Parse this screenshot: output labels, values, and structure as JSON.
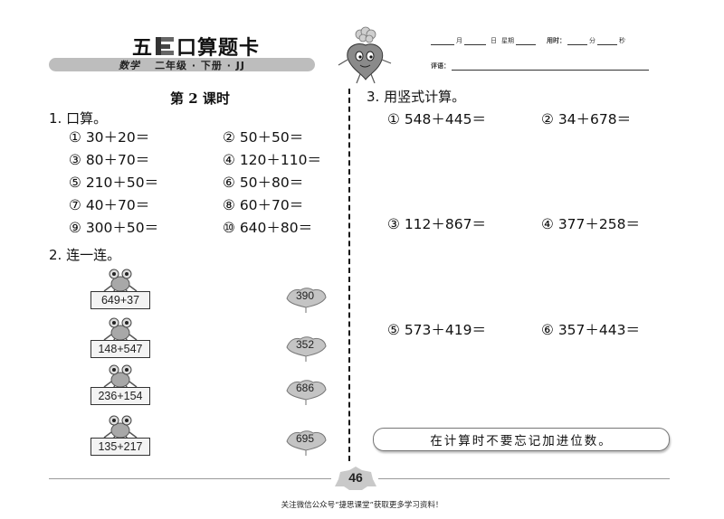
{
  "header": {
    "brand_five": "五",
    "brand_rest": "口算题卡",
    "subject": "数学",
    "grade_volume": "二年级 · 下册 · JJ",
    "meta": {
      "month_label": "月",
      "day_label": "日",
      "weekday_label": "星期",
      "time_used_label": "用时：",
      "minute_label": "分",
      "second_label": "秒",
      "comment_label": "评语："
    }
  },
  "lesson_title": "第 2 课时",
  "q1": {
    "title": "1. 口算。",
    "items": [
      {
        "label": "① 30＋20＝"
      },
      {
        "label": "② 50＋50＝"
      },
      {
        "label": "③ 80＋70＝"
      },
      {
        "label": "④ 120＋110＝"
      },
      {
        "label": "⑤ 210＋50＝"
      },
      {
        "label": "⑥ 50＋80＝"
      },
      {
        "label": "⑦ 40＋70＝"
      },
      {
        "label": "⑧ 60＋70＝"
      },
      {
        "label": "⑨ 300＋50＝"
      },
      {
        "label": "⑩ 640＋80＝"
      }
    ]
  },
  "q2": {
    "title": "2. 连一连。",
    "frogs": [
      {
        "expr": "649+37"
      },
      {
        "expr": "148+547"
      },
      {
        "expr": "236+154"
      },
      {
        "expr": "135+217"
      }
    ],
    "leaves": [
      {
        "value": "390"
      },
      {
        "value": "352"
      },
      {
        "value": "686"
      },
      {
        "value": "695"
      }
    ]
  },
  "q3": {
    "title": "3. 用竖式计算。",
    "items": [
      {
        "label": "① 548＋445＝"
      },
      {
        "label": "② 34＋678＝"
      },
      {
        "label": "③ 112＋867＝"
      },
      {
        "label": "④ 377＋258＝"
      },
      {
        "label": "⑤ 573＋419＝"
      },
      {
        "label": "⑥ 357＋443＝"
      }
    ]
  },
  "tip": "在计算时不要忘记加进位数。",
  "footer": {
    "page_number": "46",
    "note": "关注微信公众号“捷思课堂”获取更多学习资料！"
  }
}
